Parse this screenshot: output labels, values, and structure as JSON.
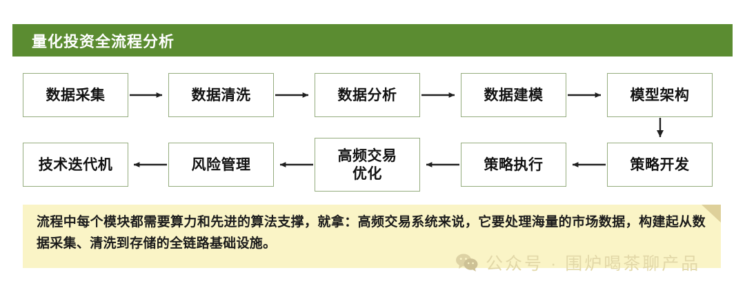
{
  "header": {
    "title": "量化投资全流程分析",
    "background_color": "#5b8c31",
    "text_color": "#ffffff"
  },
  "flow": {
    "box_border_color": "#93ab7c",
    "box_fill_color": "#ffffff",
    "arrow_color": "#1f1f1f",
    "rows": [
      {
        "direction": "left-to-right",
        "nodes": [
          {
            "label": "数据采集"
          },
          {
            "label": "数据清洗"
          },
          {
            "label": "数据分析"
          },
          {
            "label": "数据建模"
          },
          {
            "label": "模型架构"
          }
        ]
      },
      {
        "direction": "right-to-left",
        "nodes": [
          {
            "label": "技术迭代机"
          },
          {
            "label": "风险管理"
          },
          {
            "label": "高频交易\n优化"
          },
          {
            "label": "策略执行"
          },
          {
            "label": "策略开发"
          }
        ]
      }
    ],
    "vertical_connector": {
      "from": "模型架构",
      "to": "策略开发"
    }
  },
  "note": {
    "text": "流程中每个模块都需要算力和先进的算法支撑，就拿：高频交易系统来说，它要处理海量的市场数据，构建起从数据采集、清洗到存储的全链路基础设施。",
    "background_color": "#faf4c6",
    "fold_color": "#ded09a",
    "text_color": "#1b1b1b"
  },
  "watermark": {
    "icon": "wechat-icon",
    "text": "公众号 · 围炉喝茶聊产品",
    "color": "#e2d8a8"
  }
}
